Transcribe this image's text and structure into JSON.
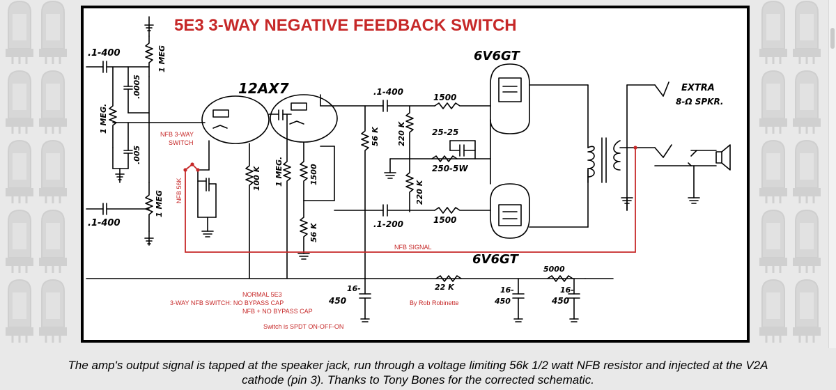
{
  "diagram": {
    "title": "5E3 3-WAY NEGATIVE FEEDBACK SWITCH",
    "tubes": {
      "preamp": "12AX7",
      "power_top": "6V6GT",
      "power_bottom": "6V6GT"
    },
    "components": {
      "cap_input_top": ".1-400",
      "cap_input_bottom": ".1-400",
      "cap_0005": ".0005",
      "cap_005": ".005",
      "res_1meg_top": "1 MEG",
      "res_1meg_left": "1 MEG.",
      "res_1meg_bottom": "1 MEG",
      "res_100k": "100 K",
      "res_1meg_mid": "1 MEG.",
      "res_1500_mid": "1500",
      "res_56k_mid": "56 K",
      "res_56k_right": "56 K",
      "res_220k_top": "220 K",
      "res_220k_bottom": "220 K",
      "cap_coupling_top": ".1-400",
      "cap_coupling_bottom": ".1-200",
      "res_grid_top": "1500",
      "res_grid_bottom": "1500",
      "cap_cathode": "25-25",
      "res_cathode": "250-5W",
      "res_22k": "22 K",
      "res_5000": "5000",
      "filter_1": "16-\n450",
      "filter_1_a": "16-",
      "filter_1_b": "450",
      "filter_2_a": "16-",
      "filter_2_b": "450",
      "filter_3_a": "16-",
      "filter_3_b": "450",
      "speaker_label_1": "EXTRA",
      "speaker_label_2": "8-Ω SPKR."
    },
    "annotations": {
      "switch_label_1": "NFB 3-WAY",
      "switch_label_2": "SWITCH",
      "nfb_resistor": "NFB 56K",
      "nfb_signal": "NFB SIGNAL",
      "legend_line_1": "NORMAL 5E3",
      "legend_line_2": "3-WAY NFB SWITCH: NO BYPASS CAP",
      "legend_line_3": "NFB + NO BYPASS CAP",
      "legend_line_4": "Switch is SPDT ON-OFF-ON",
      "author": "By Rob Robinette"
    },
    "colors": {
      "title": "#c62828",
      "nfb_wire": "#c62828",
      "line": "#000000"
    }
  },
  "caption": {
    "line_1": "The amp's output signal is tapped at the speaker jack, run through a voltage limiting 56k 1/2 watt NFB resistor and injected at the V2A",
    "line_2": "cathode (pin 3). Thanks to Tony Bones for the corrected schematic."
  }
}
